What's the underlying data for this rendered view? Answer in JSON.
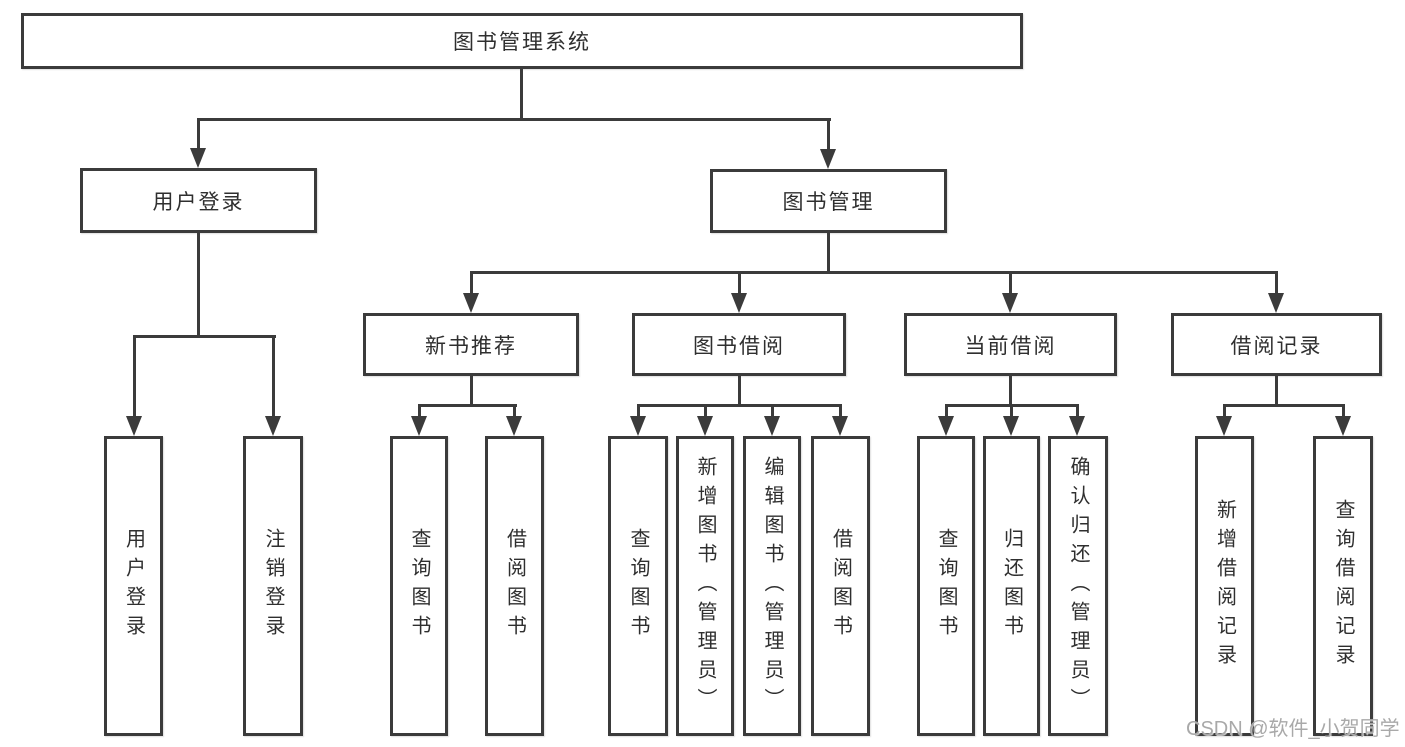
{
  "colors": {
    "line": "#3b3b3b",
    "text": "#2f2f2f",
    "watermark": "#a9a9a9",
    "background": "#ffffff"
  },
  "watermark": {
    "text": "CSDN @软件_小贺同学"
  },
  "diagram": {
    "type": "hierarchy-tree",
    "root": {
      "label": "图书管理系统"
    },
    "branches": [
      {
        "label": "用户登录",
        "children": [
          {
            "label": "用户登录"
          },
          {
            "label": "注销登录"
          }
        ]
      },
      {
        "label": "图书管理",
        "children": [
          {
            "label": "新书推荐",
            "children": [
              {
                "label": "查询图书"
              },
              {
                "label": "借阅图书"
              }
            ]
          },
          {
            "label": "图书借阅",
            "children": [
              {
                "label": "查询图书"
              },
              {
                "label": "新增图书（管理员）"
              },
              {
                "label": "编辑图书（管理员）"
              },
              {
                "label": "借阅图书"
              }
            ]
          },
          {
            "label": "当前借阅",
            "children": [
              {
                "label": "查询图书"
              },
              {
                "label": "归还图书"
              },
              {
                "label": "确认归还（管理员）"
              }
            ]
          },
          {
            "label": "借阅记录",
            "children": [
              {
                "label": "新增借阅记录"
              },
              {
                "label": "查询借阅记录"
              }
            ]
          }
        ]
      }
    ]
  }
}
